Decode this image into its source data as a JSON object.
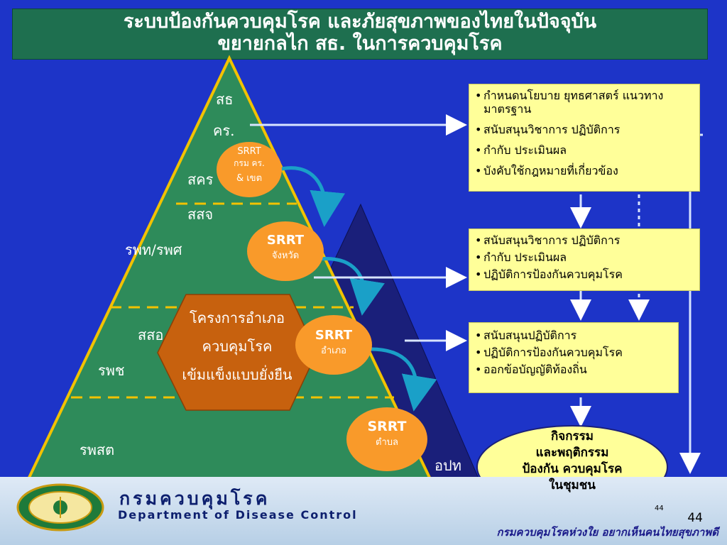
{
  "title": {
    "line1": "ระบบป้องกันควบคุมโรค และภัยสุขภาพของไทยในปัจจุบัน",
    "line2": "ขยายกลไก สธ. ในการควบคุมโรค"
  },
  "pyramid": {
    "labels": {
      "sth": "สธ",
      "kor": "คร.",
      "skr": "สคร",
      "ssj": "สสจ",
      "rpt": "รพท/รพศ",
      "sso": "สสอ",
      "rpc": "รพช",
      "rpsat": "รพสต",
      "opt": "อปท"
    },
    "srrt_national": {
      "title": "SRRT",
      "line1": "กรม คร.",
      "line2": "& เขต"
    },
    "srrt_province": {
      "title": "SRRT",
      "sub": "จังหวัด"
    },
    "srrt_district": {
      "title": "SRRT",
      "sub": "อำเภอ"
    },
    "srrt_subdistrict": {
      "title": "SRRT",
      "sub": "ตำบล"
    },
    "hexagon": {
      "line1": "โครงการอำเภอ",
      "line2": "ควบคุมโรค",
      "line3": "เข้มแข็งแบบยั่งยืน"
    }
  },
  "boxes": {
    "national": [
      "กำหนดนโยบาย ยุทธศาสตร์ แนวทาง มาตรฐาน",
      "สนับสนุนวิชาการ ปฏิบัติการ",
      "กำกับ ประเมินผล",
      "บังคับใช้กฎหมายที่เกี่ยวข้อง"
    ],
    "province": [
      "สนับสนุนวิชาการ ปฏิบัติการ",
      "กำกับ ประเมินผล",
      "ปฏิบัติการป้องกันควบคุมโรค"
    ],
    "local": [
      "สนับสนุนปฏิบัติการ",
      "ปฏิบัติการป้องกันควบคุมโรค",
      "ออกข้อบัญญัติท้องถิ่น"
    ]
  },
  "community": {
    "line1": "กิจกรรม",
    "line2": "และพฤติกรรม",
    "line3": "ป้องกัน ควบคุมโรค",
    "line4": "ในชุมชน"
  },
  "footer": {
    "org_thai": "กรมควบคุมโรค",
    "org_english": "Department of Disease Control",
    "slogan": "กรมควบคุมโรคห่วงใย อยากเห็นคนไทยสุขภาพดี",
    "page_number": "44",
    "page_number_small": "44"
  },
  "colors": {
    "background": "#1d34c8",
    "title_bg": "#1e6f4f",
    "pyramid_fill": "#2e8b5a",
    "pyramid_border": "#f2c200",
    "navy_pyramid": "#1a1f7a",
    "srrt_circle": "#f99a2a",
    "hexagon": "#c7610e",
    "box_fill": "#ffff99"
  }
}
